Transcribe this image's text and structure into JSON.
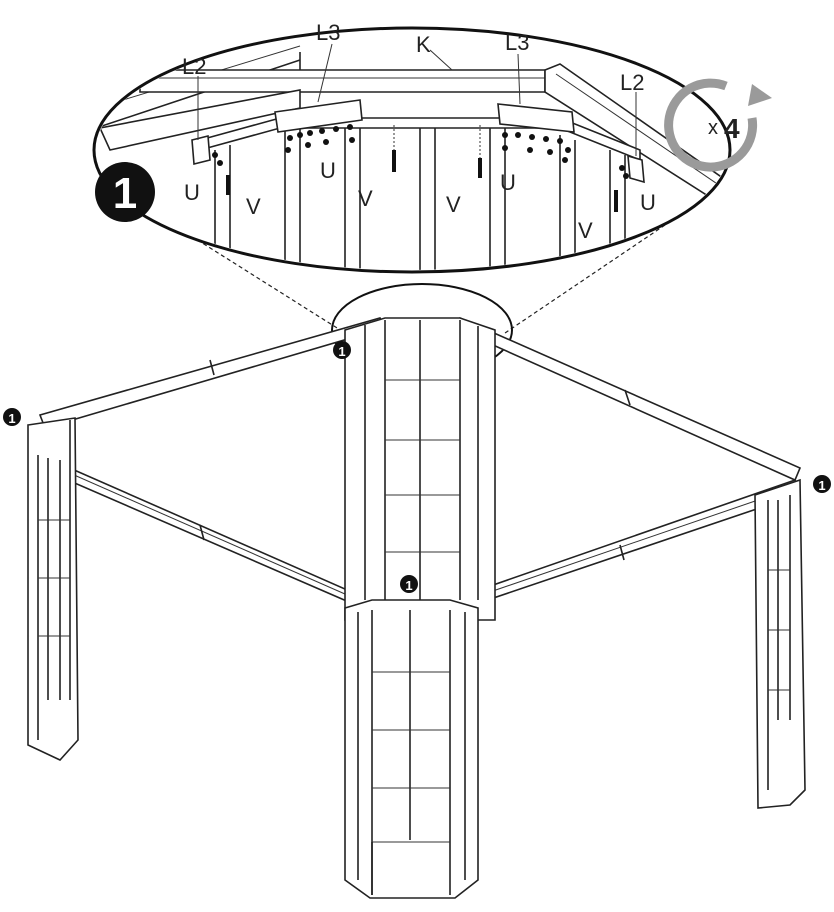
{
  "diagram": {
    "step_number": "1",
    "repeat": {
      "prefix": "x",
      "count": "4",
      "icon": "rotate-arrow-icon"
    },
    "detail_labels": {
      "l3_left": "L3",
      "l3_right": "L3",
      "k": "K",
      "l2_left": "L2",
      "l2_right": "L2",
      "u_left": "U",
      "u_mid_left": "U",
      "u_mid_right": "U",
      "u_right": "U",
      "v_left": "V",
      "v_mid_left": "V",
      "v_mid_right": "V",
      "v_right": "V"
    },
    "corner_markers": [
      "1",
      "1",
      "1",
      "1"
    ]
  }
}
